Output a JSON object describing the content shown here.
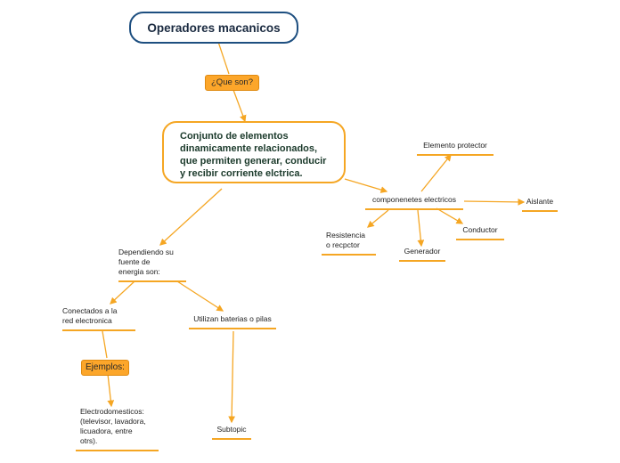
{
  "colors": {
    "accent": "#f5a623",
    "root_border": "#1e4f80"
  },
  "root": {
    "title": "Operadores macanicos"
  },
  "labels": {
    "que_son": "¿Que son?",
    "ejemplos": "Ejemplos:"
  },
  "main": {
    "text": "Conjunto de elementos\ndinamicamente relacionados,\nque permiten generar, conducir\ny recibir corriente elctrica."
  },
  "topics": {
    "dependiendo": "Dependiendo su\nfuente de\nenergia son:",
    "conectados": "Conectados a la\nred electronica",
    "baterias": "Utilizan baterias o pilas",
    "electrodomesticos": "Electrodomesticos:\n(televisor, lavadora,\nlicuadora, entre\notrs).",
    "subtopic": "Subtopic",
    "componentes": "componenetes electricos",
    "elemento_protector": "Elemento protector",
    "aislante": "Aislante",
    "conductor": "Conductor",
    "generador": "Generador",
    "resistencia": "Resistencia\no recpctor"
  }
}
